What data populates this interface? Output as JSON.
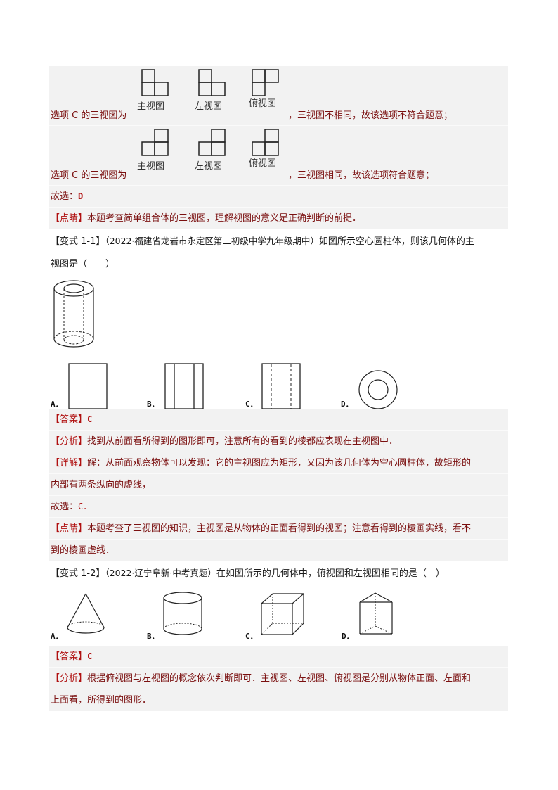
{
  "section1": {
    "row1": {
      "lead": "选项 C 的三视图为",
      "captions": [
        "主视图",
        "左视图",
        "俯视图"
      ],
      "tail": "，三视图不相同，故该选项不符合题意；"
    },
    "row2": {
      "lead": "选项 C 的三视图为",
      "captions": [
        "主视图",
        "左视图",
        "俯视图"
      ],
      "tail": "，三视图相同，故该选项符合题意；"
    },
    "choose_label": "故选：",
    "choose_value": "D",
    "comment_tag": "【点睛】",
    "comment_text": "本题考查简单组合体的三视图，理解视图的意义是正确判断的前提．"
  },
  "variant1": {
    "tag": "【变式 1-1】",
    "source": "（2022·福建省龙岩市永定区第二初级中学九年级期中）",
    "question_line1": "如图所示空心圆柱体，则该几何体的主",
    "question_line2": "视图是（　　）",
    "options": [
      "A．",
      "B．",
      "C．",
      "D．"
    ],
    "answer_tag": "【答案】",
    "answer_value": "C",
    "analysis_tag": "【分析】",
    "analysis_text": "找到从前面看所得到的图形即可，注意所有的看到的棱都应表现在主视图中．",
    "detail_tag": "【详解】",
    "detail_line1": "解：从前面观察物体可以发现：它的主视图应为矩形，又因为该几何体为空心圆柱体，故矩形的",
    "detail_line2": "内部有两条纵向的虚线，",
    "choose_label": "故选：",
    "choose_value": "C．",
    "comment_tag": "【点睛】",
    "comment_line1": "本题考查了三视图的知识，主视图是从物体的正面看得到的视图；注意看得到的棱画实线，看不",
    "comment_line2": "到的棱画虚线．"
  },
  "variant2": {
    "tag": "【变式 1-2】",
    "source": "（2022·辽宁阜新·中考真题）",
    "question": "在如图所示的几何体中，俯视图和左视图相同的是（　）",
    "options": [
      "A．",
      "B．",
      "C．",
      "D．"
    ],
    "answer_tag": "【答案】",
    "answer_value": "C",
    "analysis_tag": "【分析】",
    "analysis_line1": "根据俯视图与左视图的概念依次判断即可．主视图、左视图、俯视图是分别从物体正面、左面和",
    "analysis_line2": "上面看，所得到的图形．"
  }
}
